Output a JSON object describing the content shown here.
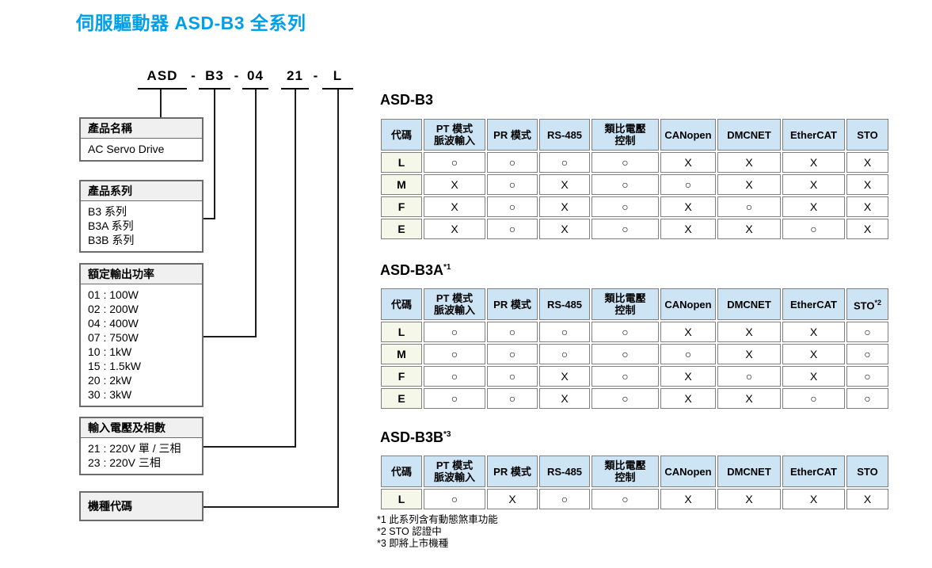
{
  "title": "伺服驅動器 ASD-B3 全系列",
  "model": {
    "dash": "-",
    "segments": [
      "ASD",
      "B3",
      "04",
      "21",
      "L"
    ]
  },
  "boxes": [
    {
      "header": "產品名稱",
      "items": [
        "AC Servo Drive"
      ]
    },
    {
      "header": "產品系列",
      "items": [
        "B3 系列",
        "B3A 系列",
        "B3B 系列"
      ]
    },
    {
      "header": "額定輸出功率",
      "items": [
        "01 : 100W",
        "02 : 200W",
        "04 : 400W",
        "07 : 750W",
        "10 : 1kW",
        "15 : 1.5kW",
        "20 : 2kW",
        "30 : 3kW"
      ]
    },
    {
      "header": "輸入電壓及相數",
      "items": [
        "21 : 220V 單 / 三相",
        "23 : 220V 三相"
      ]
    },
    {
      "header": "機種代碼",
      "items": []
    }
  ],
  "tables": [
    {
      "title": "ASD-B3",
      "title_sup": "",
      "columns": [
        {
          "label": "代碼",
          "sup": ""
        },
        {
          "label": "PT 模式\n脈波輸入",
          "sup": ""
        },
        {
          "label": "PR 模式",
          "sup": ""
        },
        {
          "label": "RS-485",
          "sup": ""
        },
        {
          "label": "類比電壓\n控制",
          "sup": ""
        },
        {
          "label": "CANopen",
          "sup": ""
        },
        {
          "label": "DMCNET",
          "sup": ""
        },
        {
          "label": "EtherCAT",
          "sup": ""
        },
        {
          "label": "STO",
          "sup": ""
        }
      ],
      "rows": [
        {
          "code": "L",
          "values": [
            "○",
            "○",
            "○",
            "○",
            "X",
            "X",
            "X",
            "X"
          ]
        },
        {
          "code": "M",
          "values": [
            "X",
            "○",
            "X",
            "○",
            "○",
            "X",
            "X",
            "X"
          ]
        },
        {
          "code": "F",
          "values": [
            "X",
            "○",
            "X",
            "○",
            "X",
            "○",
            "X",
            "X"
          ]
        },
        {
          "code": "E",
          "values": [
            "X",
            "○",
            "X",
            "○",
            "X",
            "X",
            "○",
            "X"
          ]
        }
      ]
    },
    {
      "title": "ASD-B3A",
      "title_sup": "*1",
      "columns": [
        {
          "label": "代碼",
          "sup": ""
        },
        {
          "label": "PT 模式\n脈波輸入",
          "sup": ""
        },
        {
          "label": "PR 模式",
          "sup": ""
        },
        {
          "label": "RS-485",
          "sup": ""
        },
        {
          "label": "類比電壓\n控制",
          "sup": ""
        },
        {
          "label": "CANopen",
          "sup": ""
        },
        {
          "label": "DMCNET",
          "sup": ""
        },
        {
          "label": "EtherCAT",
          "sup": ""
        },
        {
          "label": "STO",
          "sup": "*2"
        }
      ],
      "rows": [
        {
          "code": "L",
          "values": [
            "○",
            "○",
            "○",
            "○",
            "X",
            "X",
            "X",
            "○"
          ]
        },
        {
          "code": "M",
          "values": [
            "○",
            "○",
            "○",
            "○",
            "○",
            "X",
            "X",
            "○"
          ]
        },
        {
          "code": "F",
          "values": [
            "○",
            "○",
            "X",
            "○",
            "X",
            "○",
            "X",
            "○"
          ]
        },
        {
          "code": "E",
          "values": [
            "○",
            "○",
            "X",
            "○",
            "X",
            "X",
            "○",
            "○"
          ]
        }
      ]
    },
    {
      "title": "ASD-B3B",
      "title_sup": "*3",
      "columns": [
        {
          "label": "代碼",
          "sup": ""
        },
        {
          "label": "PT 模式\n脈波輸入",
          "sup": ""
        },
        {
          "label": "PR 模式",
          "sup": ""
        },
        {
          "label": "RS-485",
          "sup": ""
        },
        {
          "label": "類比電壓\n控制",
          "sup": ""
        },
        {
          "label": "CANopen",
          "sup": ""
        },
        {
          "label": "DMCNET",
          "sup": ""
        },
        {
          "label": "EtherCAT",
          "sup": ""
        },
        {
          "label": "STO",
          "sup": ""
        }
      ],
      "rows": [
        {
          "code": "L",
          "values": [
            "○",
            "X",
            "○",
            "○",
            "X",
            "X",
            "X",
            "X"
          ]
        }
      ]
    }
  ],
  "footnotes": [
    "*1 此系列含有動態煞車功能",
    "*2 STO 認證中",
    "*3 即將上市機種"
  ],
  "colors": {
    "accent": "#00a0e9",
    "table_header_bg": "#cde4f5",
    "code_col_bg": "#f5f8e9",
    "line": "#1c1c1c"
  }
}
